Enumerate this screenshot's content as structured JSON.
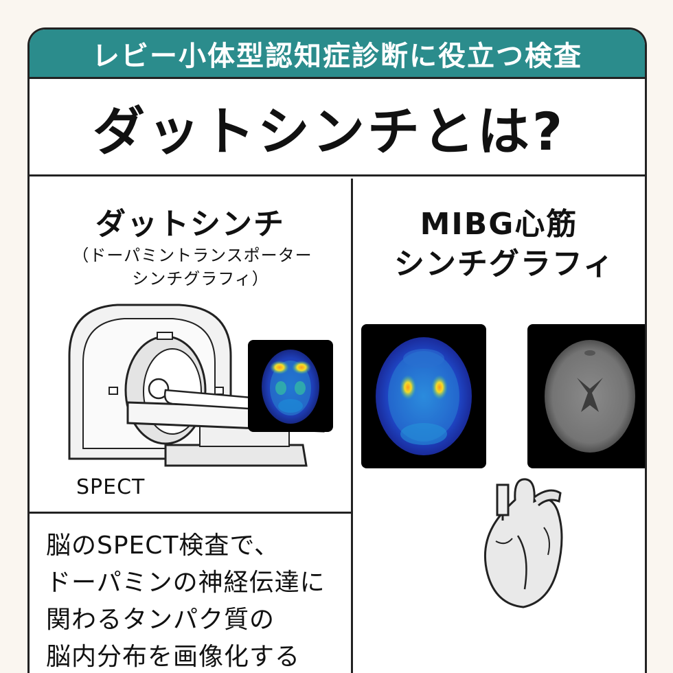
{
  "banner": {
    "text": "レビー小体型認知症診断に役立つ検査"
  },
  "title": {
    "text": "ダットシンチとは?"
  },
  "datscan": {
    "heading": "ダットシンチ",
    "sub_line1": "（ドーパミントランスポーター",
    "sub_line2": "シンチグラフィ）",
    "machine_label": "SPECT",
    "description": [
      "脳のSPECT検査で、",
      "ドーパミンの神経伝達に",
      "関わるタンパク質の",
      "脳内分布を画像化する"
    ]
  },
  "mibg": {
    "heading_line1": "MIBG心筋",
    "heading_line2": "シンチグラフィ"
  },
  "colors": {
    "banner": "#2b8c8c",
    "background": "#faf6f0",
    "border": "#222222"
  },
  "icons": [
    "spect-scanner-icon",
    "brain-scan-color-icon",
    "brain-scan-gray-icon",
    "heart-icon"
  ]
}
